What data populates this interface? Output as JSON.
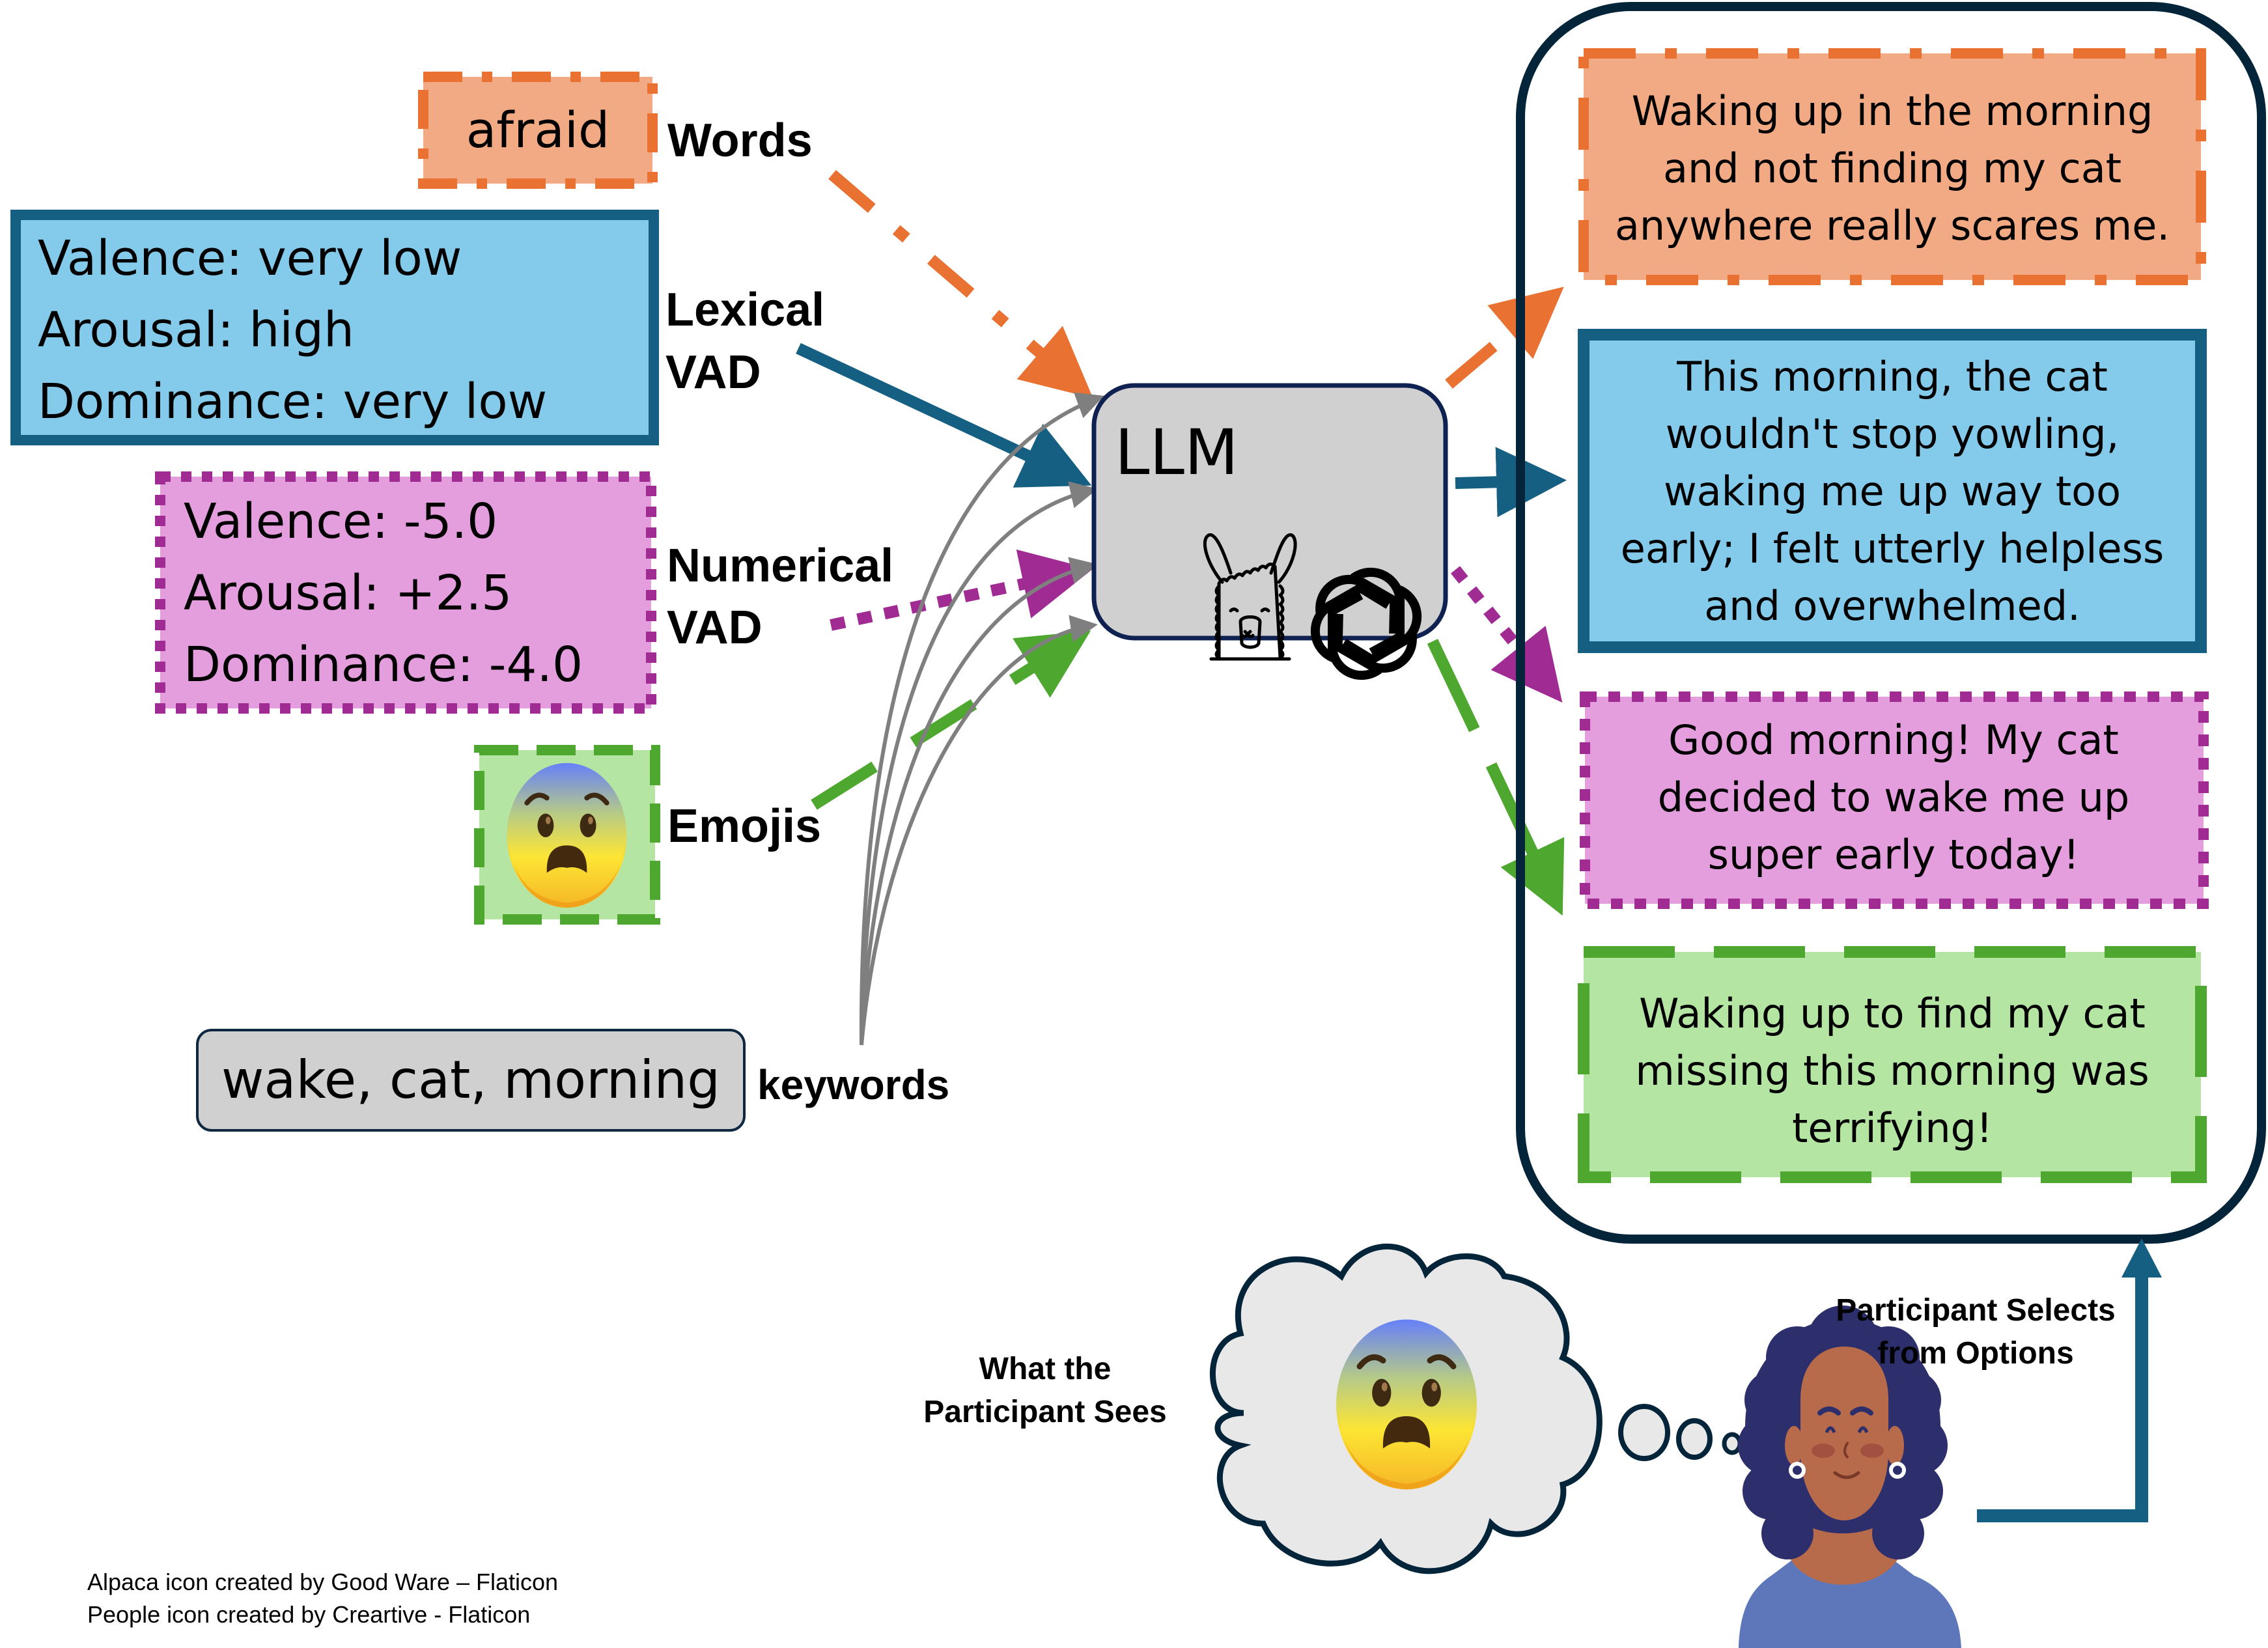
{
  "colors": {
    "orange": "#E97132",
    "orange_fill": "#F2AA84",
    "blue": "#156082",
    "blue_fill": "#83CAEB",
    "magenta": "#A02B93",
    "magenta_fill": "#E49EDD",
    "green": "#4EA72E",
    "green_fill": "#B4E5A2",
    "gray": "#7F7F7F",
    "gray_fill": "#D0D0D0",
    "navy": "#0E2841",
    "dark": "#04243A"
  },
  "inputs": {
    "words": {
      "text": "afraid",
      "label": "Words"
    },
    "lexical_vad": {
      "lines": [
        "Valence: very low",
        "Arousal: high",
        "Dominance: very low"
      ],
      "label_line1": "Lexical",
      "label_line2": "VAD"
    },
    "numerical_vad": {
      "lines": [
        "Valence: -5.0",
        "Arousal: +2.5",
        "Dominance: -4.0"
      ],
      "label_line1": "Numerical",
      "label_line2": "VAD"
    },
    "emojis": {
      "emoji": "😨",
      "emoji_name": "fearful-face",
      "label": "Emojis"
    },
    "keywords": {
      "text": "wake, cat, morning",
      "label": "keywords"
    }
  },
  "llm": {
    "label": "LLM",
    "icons": [
      "alpaca-icon",
      "openai-icon"
    ]
  },
  "options": [
    {
      "style": "words",
      "lines": [
        "Waking up in the morning",
        "and not finding my cat",
        "anywhere really scares me."
      ]
    },
    {
      "style": "lexical",
      "lines": [
        "This morning, the cat",
        "wouldn't stop yowling,",
        "waking me up way too",
        "early; I felt utterly helpless",
        "and overwhelmed."
      ]
    },
    {
      "style": "numerical",
      "lines": [
        "Good morning! My cat",
        "decided to wake me up",
        "super early today!"
      ]
    },
    {
      "style": "emojis",
      "lines": [
        "Waking up to find my cat",
        "missing this morning was",
        "terrifying!"
      ]
    }
  ],
  "participant": {
    "sees_line1": "What the",
    "sees_line2": "Participant Sees",
    "sees_emoji": "😨",
    "selects_line1": "Participant Selects",
    "selects_line2": "from Options"
  },
  "credits": {
    "line1": "Alpaca icon created by Good Ware – Flaticon",
    "line2": "People icon created by Creartive - Flaticon"
  }
}
